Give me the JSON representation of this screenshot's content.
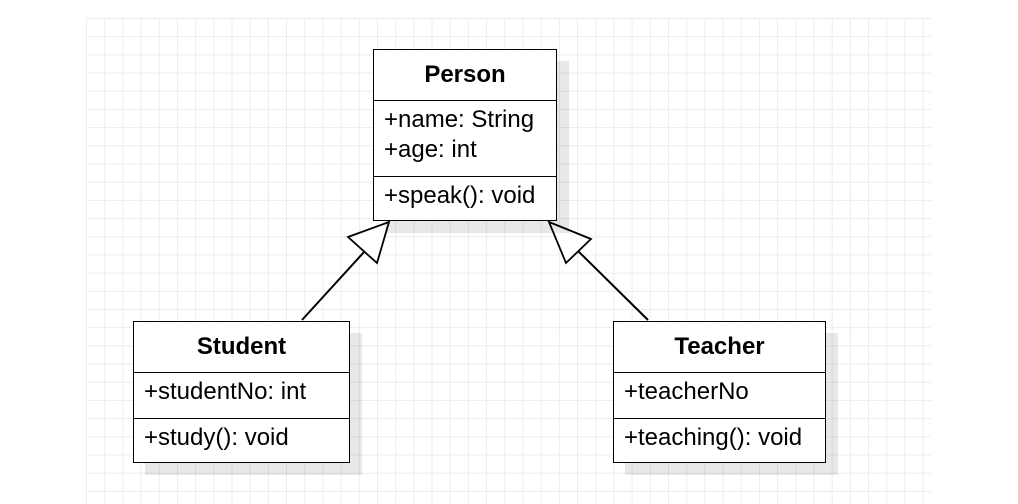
{
  "diagram": {
    "classes": [
      {
        "id": "person",
        "name": "Person",
        "attributes": [
          "+name: String",
          "+age: int"
        ],
        "methods": [
          "+speak(): void"
        ]
      },
      {
        "id": "student",
        "name": "Student",
        "attributes": [
          "+studentNo: int"
        ],
        "methods": [
          "+study(): void"
        ]
      },
      {
        "id": "teacher",
        "name": "Teacher",
        "attributes": [
          "+teacherNo"
        ],
        "methods": [
          "+teaching(): void"
        ]
      }
    ],
    "relations": [
      {
        "type": "generalization",
        "from": "student",
        "to": "person"
      },
      {
        "type": "generalization",
        "from": "teacher",
        "to": "person"
      }
    ]
  }
}
